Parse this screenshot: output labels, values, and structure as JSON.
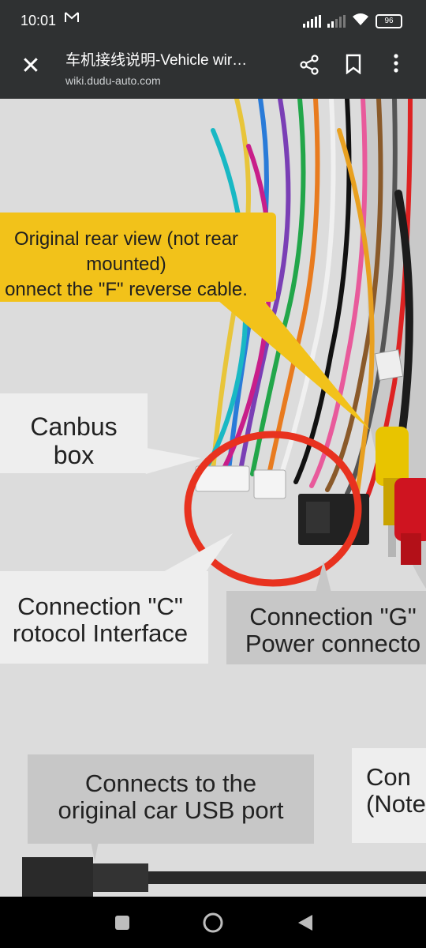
{
  "status_bar": {
    "time": "10:01",
    "mail_icon": "gmail-icon",
    "battery": "96"
  },
  "top_bar": {
    "title": "车机接线说明-Vehicle wir…",
    "url": "wiki.dudu-auto.com",
    "icons": [
      "close-icon",
      "share-icon",
      "bookmark-icon",
      "more-vert-icon"
    ]
  },
  "image": {
    "callouts": {
      "rear_view": [
        "Original rear view (not rear",
        "mounted)",
        "onnect the \"F\" reverse cable."
      ],
      "canbus": [
        "Canbus",
        "box"
      ],
      "conn_c": [
        "Connection \"C\"",
        "rotocol Interface"
      ],
      "conn_g": [
        "Connection \"G\"",
        "Power connecto"
      ],
      "usb": [
        "Connects to the",
        "original car USB port"
      ],
      "note": [
        "Con",
        "(Note"
      ]
    },
    "highlight_color": "#e8321f",
    "yellow_color": "#f2c21a"
  },
  "nav_bar": {
    "icons": [
      "recents-square-icon",
      "home-circle-icon",
      "back-triangle-icon"
    ]
  }
}
